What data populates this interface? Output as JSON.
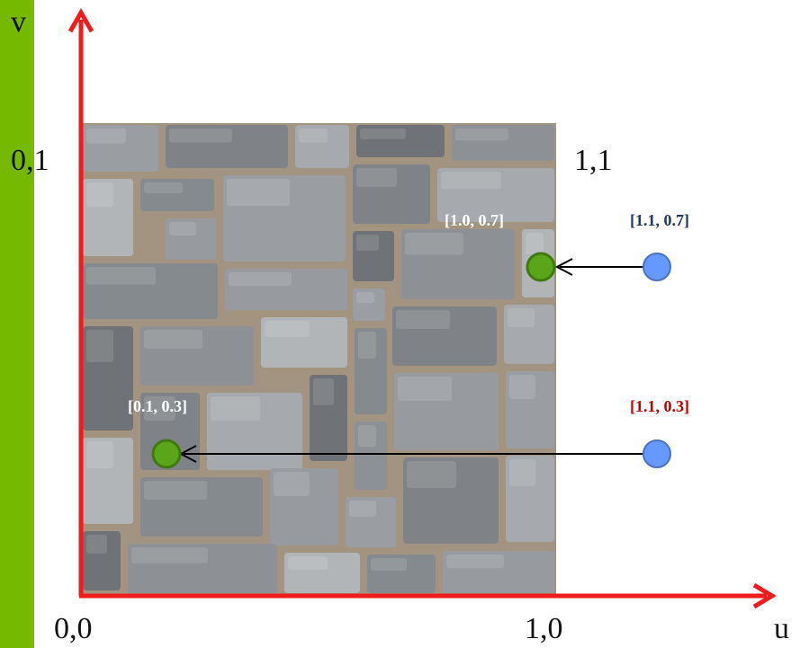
{
  "axes": {
    "v_label": "v",
    "u_label": "u",
    "axis_color": "#ee1c1c"
  },
  "corners": {
    "top_left": "0,1",
    "top_right": "1,1",
    "bottom_left": "0,0",
    "bottom_right": "1,0"
  },
  "texture": {
    "description_icon": "stone-wall-texture",
    "base_color": "#8a8d90",
    "mortar_color": "#a29480"
  },
  "points": [
    {
      "id": "p1",
      "label": "[1.1, 0.7]",
      "role": "source",
      "color": "#6699ff",
      "label_color": "#1f3864"
    },
    {
      "id": "p2",
      "label": "[1.0, 0.7]",
      "role": "mapped",
      "color": "#5aa51a",
      "label_color": "#ffffff"
    },
    {
      "id": "p3",
      "label": "[1.1, 0.3]",
      "role": "source",
      "color": "#6699ff",
      "label_color": "#c00000"
    },
    {
      "id": "p4",
      "label": "[0.1, 0.3]",
      "role": "mapped",
      "color": "#5aa51a",
      "label_color": "#ffffff"
    }
  ],
  "colors": {
    "sidebar": "#75b900",
    "arrow": "#000000"
  }
}
